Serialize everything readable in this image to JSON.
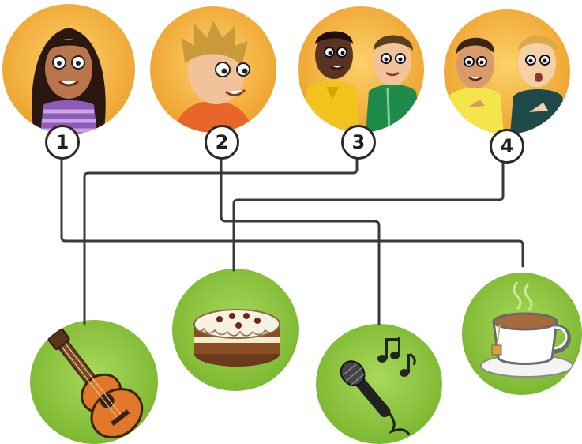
{
  "people": [
    {
      "number": "1",
      "icon": "girl-icon"
    },
    {
      "number": "2",
      "icon": "boy-icon"
    },
    {
      "number": "3",
      "icon": "two-boys-icon"
    },
    {
      "number": "4",
      "icon": "two-boys-icon"
    }
  ],
  "items": [
    {
      "icon": "guitar-icon"
    },
    {
      "icon": "cake-icon"
    },
    {
      "icon": "microphone-icon"
    },
    {
      "icon": "tea-cup-icon"
    }
  ],
  "colors": {
    "people_bg": "#f3ab2e",
    "items_bg": "#8cc63f",
    "line": "#3a3a3a"
  }
}
